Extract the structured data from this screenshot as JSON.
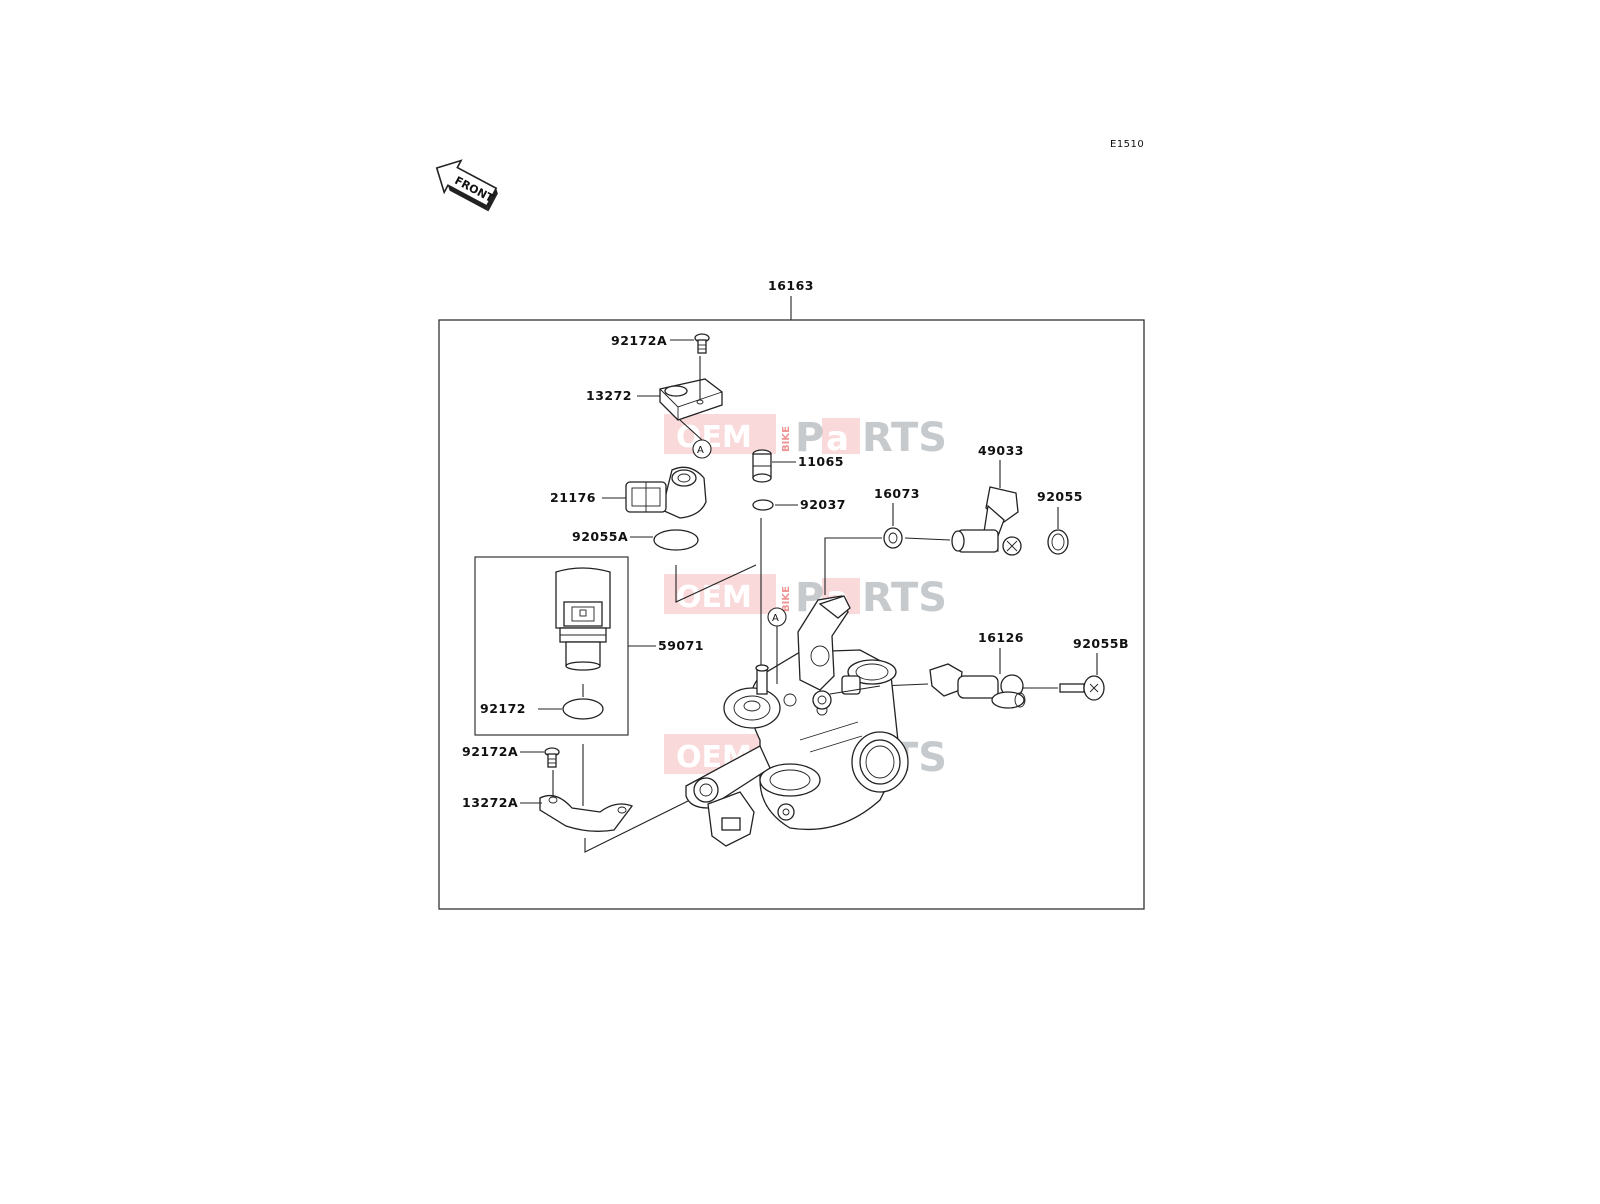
{
  "diagram": {
    "code": "E1510",
    "front_label": "FRONT",
    "assembly_label": "16163",
    "callout_marker": "A",
    "watermark": {
      "left": "OEM",
      "middle": "BIKE",
      "right_a": "P",
      "right_b": "a",
      "right_c": "RTS"
    },
    "parts": [
      {
        "id": "92172A_top",
        "label": "92172A"
      },
      {
        "id": "13272",
        "label": "13272"
      },
      {
        "id": "11065",
        "label": "11065"
      },
      {
        "id": "21176",
        "label": "21176"
      },
      {
        "id": "92037",
        "label": "92037"
      },
      {
        "id": "92055A",
        "label": "92055A"
      },
      {
        "id": "16073",
        "label": "16073"
      },
      {
        "id": "49033",
        "label": "49033"
      },
      {
        "id": "92055",
        "label": "92055"
      },
      {
        "id": "16126",
        "label": "16126"
      },
      {
        "id": "92055B",
        "label": "92055B"
      },
      {
        "id": "59071",
        "label": "59071"
      },
      {
        "id": "92172",
        "label": "92172"
      },
      {
        "id": "92172A_bottom",
        "label": "92172A"
      },
      {
        "id": "13272A",
        "label": "13272A"
      }
    ]
  }
}
